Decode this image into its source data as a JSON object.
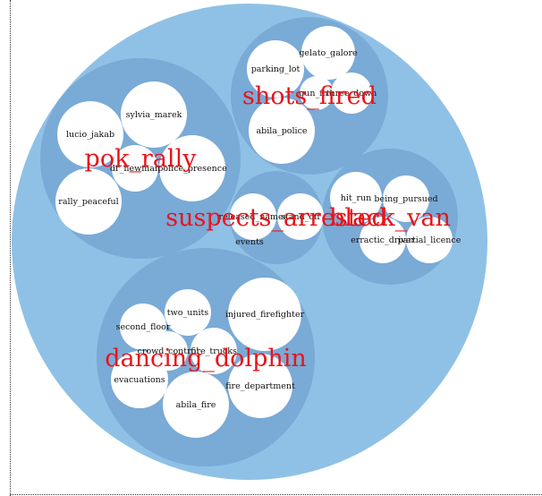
{
  "colors": {
    "root": "#8fc1e6",
    "group": "#7aaad6",
    "leaf": "#ffffff",
    "group_label": "#e8141b",
    "leaf_label": "#111111"
  },
  "groups": [
    {
      "id": "pok_rally",
      "label": "pok_rally",
      "leaves": [
        {
          "id": "sylvia_marek",
          "label": "sylvia_marek"
        },
        {
          "id": "lucio_jakab",
          "label": "lucio_jakab"
        },
        {
          "id": "dr_newman",
          "label": "dr_newman"
        },
        {
          "id": "police_presence",
          "label": "police_presence"
        },
        {
          "id": "rally_peaceful",
          "label": "rally_peaceful"
        }
      ]
    },
    {
      "id": "shots_fired",
      "label": "shots_fired",
      "leaves": [
        {
          "id": "gelato_galore",
          "label": "gelato_galore"
        },
        {
          "id": "parking_lot",
          "label": "parking_lot"
        },
        {
          "id": "gun_fire",
          "label": "gun_fire"
        },
        {
          "id": "three_down",
          "label": "three_down"
        },
        {
          "id": "abila_police",
          "label": "abila_police"
        }
      ]
    },
    {
      "id": "suspects_arrested",
      "label": "suspects_arrested",
      "leaves": [
        {
          "id": "released_names",
          "label": "released_names"
        },
        {
          "id": "stand_off",
          "label": "stand_off"
        }
      ],
      "free_labels": [
        {
          "id": "events",
          "label": "events"
        }
      ]
    },
    {
      "id": "black_van",
      "label": "black_van",
      "leaves": [
        {
          "id": "hit_run",
          "label": "hit_run"
        },
        {
          "id": "being_pursued",
          "label": "being_pursued"
        },
        {
          "id": "erractic_driver",
          "label": "erractic_driver"
        },
        {
          "id": "partial_licence",
          "label": "partial_licence"
        }
      ]
    },
    {
      "id": "dancing_dolphin",
      "label": "dancing_dolphin",
      "leaves": [
        {
          "id": "two_units",
          "label": "two_units"
        },
        {
          "id": "injured_firefighter",
          "label": "injured_firefighter"
        },
        {
          "id": "second_floor",
          "label": "second_floor"
        },
        {
          "id": "crowd_control",
          "label": "crowd_control"
        },
        {
          "id": "fire_trucks",
          "label": "fire_trucks"
        },
        {
          "id": "evacuations",
          "label": "evacuations"
        },
        {
          "id": "fire_department",
          "label": "fire_department"
        },
        {
          "id": "abila_fire",
          "label": "abila_fire"
        }
      ]
    }
  ]
}
